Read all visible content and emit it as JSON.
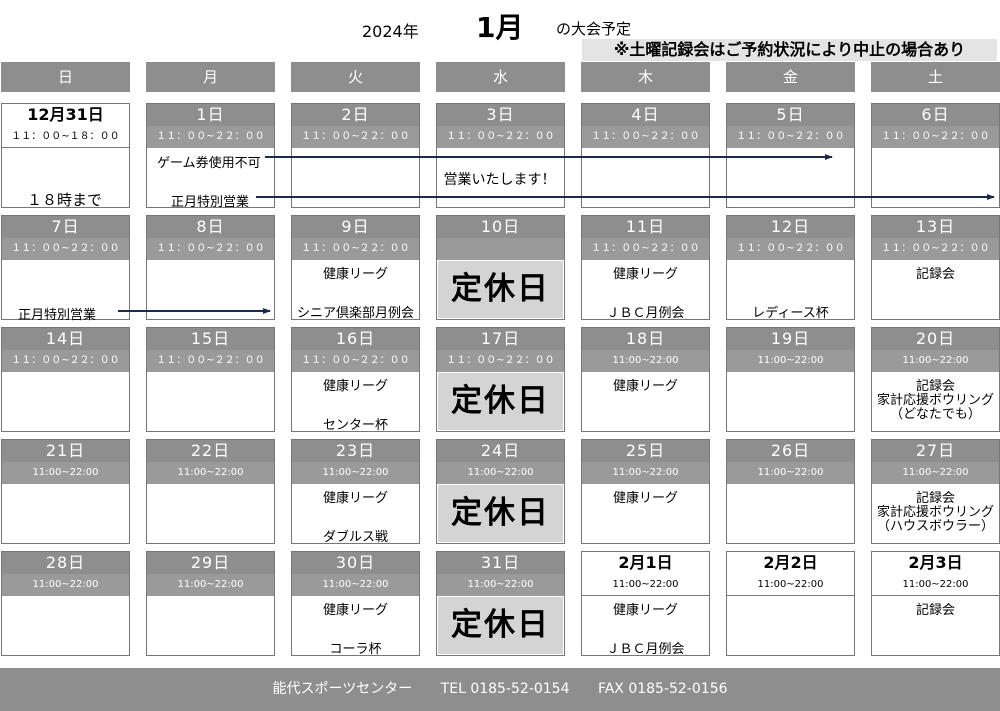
{
  "title": {
    "year": "2024年",
    "month": "1月",
    "suffix": "の大会予定"
  },
  "notice": "※土曜記録会はご予約状況により中止の場合あり",
  "weekdays": [
    "日",
    "月",
    "火",
    "水",
    "木",
    "金",
    "土"
  ],
  "calendar": {
    "jan31_note": "１８時まで",
    "jan1_note_a": "ゲーム券使用不可",
    "jan1_note_b": "正月特別営業",
    "jan3_note": "営業いたします！",
    "jan7_note": "正月特別営業",
    "closed_label": "定休日"
  },
  "weeks": [
    [
      {
        "date": "12月31日",
        "time": "１１：００~１８：００",
        "ext": true
      },
      {
        "date": "1日",
        "time": "１１：００~２２：００"
      },
      {
        "date": "2日",
        "time": "１１：００~２２：００"
      },
      {
        "date": "3日",
        "time": "１１：００~２２：００"
      },
      {
        "date": "4日",
        "time": "１１：００~２２：００"
      },
      {
        "date": "5日",
        "time": "１１：００~２２：００"
      },
      {
        "date": "6日",
        "time": "１１：００~２２：００"
      }
    ],
    [
      {
        "date": "7日",
        "time": "１１：００~２２：００"
      },
      {
        "date": "8日",
        "time": "１１：００~２２：００"
      },
      {
        "date": "9日",
        "time": "１１：００~２２：００",
        "events": [
          "健康リーグ"
        ],
        "bottom": "シニア倶楽部月例会"
      },
      {
        "date": "10日",
        "closed": true
      },
      {
        "date": "11日",
        "time": "１１：００~２２：００",
        "events": [
          "健康リーグ"
        ],
        "bottom": "ＪＢＣ月例会"
      },
      {
        "date": "12日",
        "time": "１１：００~２２：００",
        "bottom": "レディース杯"
      },
      {
        "date": "13日",
        "time": "１１：００~２２：００",
        "events": [
          "記録会"
        ]
      }
    ],
    [
      {
        "date": "14日",
        "time": "１１：００~２２：００"
      },
      {
        "date": "15日",
        "time": "１１：００~２２：００"
      },
      {
        "date": "16日",
        "time": "１１：００~２２：００",
        "events": [
          "健康リーグ"
        ],
        "bottom": "センター杯"
      },
      {
        "date": "17日",
        "time": "１１：００~２２：００",
        "closed": true
      },
      {
        "date": "18日",
        "time": "11:00~22:00",
        "events": [
          "健康リーグ"
        ]
      },
      {
        "date": "19日",
        "time": "11:00~22:00"
      },
      {
        "date": "20日",
        "time": "11:00~22:00",
        "events": [
          "記録会",
          "家計応援ボウリング",
          "（どなたでも）"
        ]
      }
    ],
    [
      {
        "date": "21日",
        "time": "11:00~22:00"
      },
      {
        "date": "22日",
        "time": "11:00~22:00"
      },
      {
        "date": "23日",
        "time": "11:00~22:00",
        "events": [
          "健康リーグ"
        ],
        "bottom": "ダブルス戦"
      },
      {
        "date": "24日",
        "time": "11:00~22:00",
        "closed": true
      },
      {
        "date": "25日",
        "time": "11:00~22:00",
        "events": [
          "健康リーグ"
        ]
      },
      {
        "date": "26日",
        "time": "11:00~22:00"
      },
      {
        "date": "27日",
        "time": "11:00~22:00",
        "events": [
          "記録会",
          "家計応援ボウリング",
          "（ハウスボウラー）"
        ]
      }
    ],
    [
      {
        "date": "28日",
        "time": "11:00~22:00"
      },
      {
        "date": "29日",
        "time": "11:00~22:00"
      },
      {
        "date": "30日",
        "time": "11:00~22:00",
        "events": [
          "健康リーグ"
        ],
        "bottom": "コーラ杯"
      },
      {
        "date": "31日",
        "time": "11:00~22:00",
        "closed": true
      },
      {
        "date": "2月1日",
        "time": "11:00~22:00",
        "ext": true,
        "events": [
          "健康リーグ"
        ],
        "bottom": "ＪＢＣ月例会"
      },
      {
        "date": "2月2日",
        "time": "11:00~22:00",
        "ext": true
      },
      {
        "date": "2月3日",
        "time": "11:00~22:00",
        "ext": true,
        "events": [
          "記録会"
        ]
      }
    ]
  ],
  "footer": {
    "name": "能代スポーツセンター",
    "tel": "TEL 0185-52-0154",
    "fax": "FAX 0185-52-0156"
  },
  "colors": {
    "header_gray": "#8e8e8e",
    "closed_gray": "#d4d4d4",
    "arrow_navy": "#1b2a4a"
  }
}
